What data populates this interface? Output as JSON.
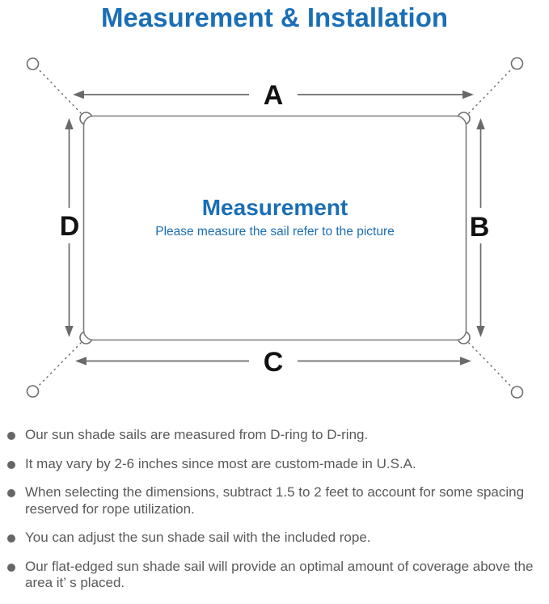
{
  "title": "Measurement & Installation",
  "colors": {
    "accent_blue": "#1b6fb6",
    "line_gray": "#6e6e6e",
    "note_text_gray": "#595959",
    "label_black": "#121212"
  },
  "diagram": {
    "center_heading": "Measurement",
    "center_subtext": "Please measure the sail refer to the picture",
    "labels": {
      "top": "A",
      "right": "B",
      "bottom": "C",
      "left": "D"
    }
  },
  "notes": [
    "Our sun shade sails are measured from D-ring to D-ring.",
    "It may vary by 2-6 inches since most are custom-made in U.S.A.",
    "When selecting the dimensions, subtract 1.5 to 2 feet to account for some spacing reserved for rope utilization.",
    "You can adjust the sun shade sail with the included rope.",
    "Our flat-edged sun shade sail will provide an optimal amount of coverage above the area it’ s placed."
  ]
}
